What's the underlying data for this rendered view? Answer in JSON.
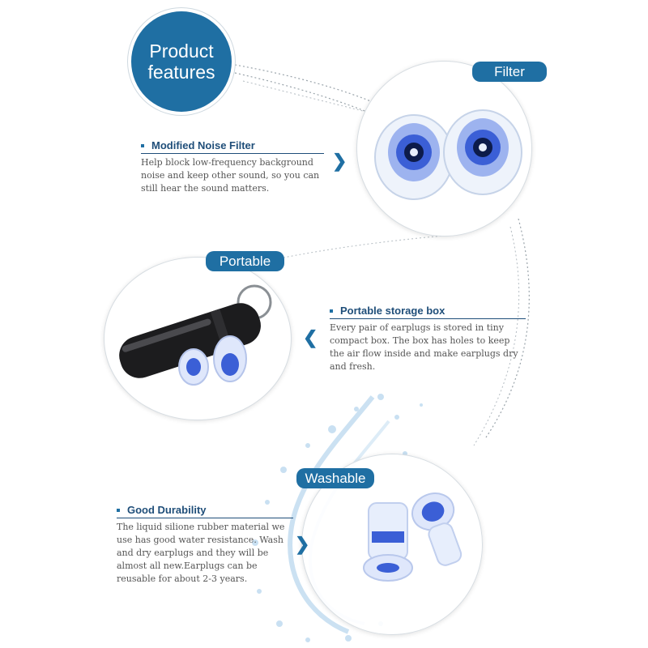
{
  "title": "Product features",
  "badges": {
    "filter": "Filter",
    "portable": "Portable",
    "washable": "Washable"
  },
  "features": {
    "filter": {
      "heading": "Modified Noise Filter",
      "text": "Help block low-frequency background noise and keep other sound, so you can still hear the sound matters."
    },
    "portable": {
      "heading": "Portable storage box",
      "text": "Every pair of earplugs is stored in tiny compact box. The box has holes to keep the air flow inside and make earplugs dry and fresh."
    },
    "washable": {
      "heading": "Good Durability",
      "text": "The liquid silione rubber material we use has good water resistance. Wash and dry earplugs and they will be almost all new.Earplugs can be reusable for about 2-3 years."
    }
  },
  "icons": {
    "arrow_right": "chevron-right-icon",
    "arrow_left": "chevron-left-icon"
  },
  "colors": {
    "accent": "#1f6fa3",
    "heading": "#1f4e79",
    "body_text": "#555555",
    "earplug_blue": "#3b5fd6"
  }
}
